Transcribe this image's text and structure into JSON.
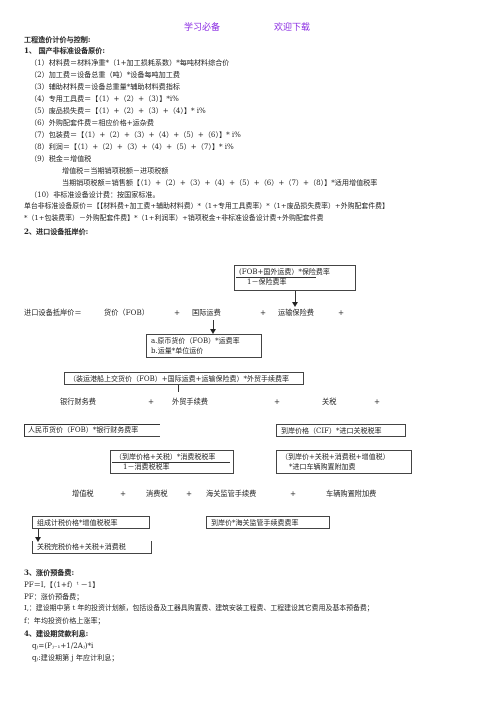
{
  "header": {
    "left": "学习必备",
    "right": "欢迎下载"
  },
  "title": "工程造价计价与控制:",
  "s1": {
    "heading": "1、 国产非标准设备原价:",
    "lines": [
      "（1）材料费＝材料净重*（1+加工损耗系数）*每吨材料综合价",
      "（2）加工费＝设备总重（吨）*设备每吨加工费",
      "（3）辅助材料费＝设备总重量*辅助材料费指标",
      "（4）专用工具费＝【（1）+（2）+（3）】*i%",
      "（5）废品损失费＝【（1）+（2）+（3）+（4）】* i%",
      "（6）外购配套件费＝相应价格+运杂费",
      "（7）包装费＝【（1）+（2）+（3）+（4）+（5）+（6）】* i%",
      "（8）利润＝【（1）+（2）+（3）+（4）+（5）+（7）】* i%",
      "（9）税金＝增值税"
    ],
    "vat_lines": [
      "增值税＝当期销项税额－进项税额",
      "当期销项税额＝销售额【（1）+（2）+（3）+（4）+（5）+（6）+（7）+（8）】*适用增值税率"
    ],
    "line10": "（10）非标准设备设计费：按国家标准。",
    "formula1": "单台非标准设备原价＝【【材料费+加工费+辅助材料费）*（1+专用工具费率）*（1+废品损失费率）+外购配套件费】",
    "formula2": "*（1+包装费率）－外购配套件费】*（1+利润率）+销项税金+非标准设备设计费+外购配套件费"
  },
  "s2": {
    "heading": "2、进口设备抵岸价:",
    "box_fob_line1": "(FOB+国外运费）*保险费率",
    "box_fob_line2": "1－保险费率",
    "main_row": [
      "进口设备抵岸价＝",
      "货价（FOB）",
      "+",
      "国际运费",
      "+",
      "运输保险费",
      "+"
    ],
    "box_freight_line1": "a.原币货价（FOB）*运费率",
    "box_freight_line2": "b.运量*单位运价",
    "box_foreign_trade": "（装运港船上交货价（FOB）+国际运费+运输保险费）*外贸手续费率",
    "row2": [
      "银行财务费",
      "+",
      "外贸手续费",
      "+",
      "关税",
      "+"
    ],
    "box_bank": "人民币货价（FOB）*银行财务费率",
    "box_tariff": "到岸价格（CIF）*进口关税税率",
    "box_consumption_line1": "（到岸价格+关税）*消费税税率",
    "box_consumption_line2": "1－消费税税率",
    "box_vehicle_line1": "（到岸价+关税+消费税+增值税）",
    "box_vehicle_line2": "*进口车辆购置附加费",
    "row3": [
      "增值税",
      "+",
      "消费税",
      "+",
      "海关监管手续费",
      "+",
      "车辆购置附加费"
    ],
    "box_vat": "组成计税价格*增值税税率",
    "box_customs": "到岸价*海关监管手续费费率",
    "composed_price": "关税完税价格+关税+消费税"
  },
  "s3": {
    "heading": "3、涨价预备费:",
    "formula": "PF＝I,【（1+f）ᵗ －1】",
    "lines": [
      "PF：涨价预备费；",
      "I,：建设期中第 t 年的投资计划额，包括设备及工器具购置费、建筑安装工程费、工程建设其它费用及基本预备费；",
      "f：年均投资价格上涨率；"
    ]
  },
  "s4": {
    "heading": "4、建设期贷款利息:",
    "lines": [
      "qⱼ=(Pⱼ₋₁+1/2Aⱼ)*i",
      "qⱼ:建设期第 j 年应计利息；"
    ]
  }
}
